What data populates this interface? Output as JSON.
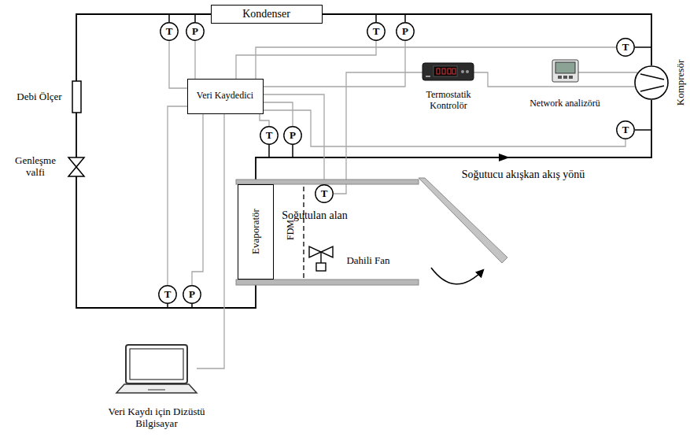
{
  "diagram": {
    "nodes": [
      {
        "text": [
          "Kondenser"
        ]
      },
      {
        "text": [
          "T"
        ]
      },
      {
        "text": [
          "P"
        ]
      },
      {
        "text": [
          "T"
        ]
      },
      {
        "text": [
          "P"
        ]
      },
      {
        "text": [
          "Veri Kaydedici"
        ]
      },
      {
        "text": [
          "Termostatik Kontrolör"
        ]
      },
      {
        "text": [
          "Network analizörü"
        ]
      },
      {
        "text": [
          "Kompresör"
        ]
      },
      {
        "text": [
          "T"
        ]
      },
      {
        "text": [
          "T"
        ]
      },
      {
        "text": [
          "P"
        ]
      },
      {
        "text": [
          "T"
        ]
      },
      {
        "text": [
          "Soğutulan alan"
        ]
      },
      {
        "text": [
          "Evaporatör"
        ],
        "in": 13
      },
      {
        "text": [
          "T"
        ],
        "in": 13
      },
      {
        "text": [
          "T"
        ]
      },
      {
        "text": [
          "P"
        ]
      },
      {
        "text": [
          "Veri Kaydı için Dizüstü Bilgisayar"
        ]
      }
    ],
    "edges": [
      {
        "from": 8,
        "to": 0,
        "arrow": "none"
      },
      {
        "from": 0,
        "to": 14,
        "arrow": "none"
      },
      {
        "from": 14,
        "to": 8,
        "arrow": "none"
      },
      {
        "from": 5,
        "to": 1,
        "arrow": "none"
      },
      {
        "from": 5,
        "to": 2,
        "arrow": "none"
      },
      {
        "from": 5,
        "to": 3,
        "arrow": "none"
      },
      {
        "from": 5,
        "to": 4,
        "arrow": "none"
      },
      {
        "from": 5,
        "to": 10,
        "arrow": "none"
      },
      {
        "from": 5,
        "to": 11,
        "arrow": "none"
      },
      {
        "from": 5,
        "to": 16,
        "arrow": "none"
      },
      {
        "from": 5,
        "to": 17,
        "arrow": "none"
      },
      {
        "from": 5,
        "to": 18,
        "arrow": "none"
      },
      {
        "from": 5,
        "to": 15,
        "arrow": "none"
      },
      {
        "from": 6,
        "to": 15,
        "arrow": "none"
      },
      {
        "from": 6,
        "to": 8,
        "arrow": "none"
      },
      {
        "from": 7,
        "to": 8,
        "arrow": "none"
      },
      {
        "from": 5,
        "to": 9,
        "arrow": "none"
      },
      {
        "from": 5,
        "to": 12,
        "arrow": "none"
      }
    ],
    "labels": [
      "Debi Ölçer",
      "Genleşme valfi",
      "Soğutucu akışkan akış yönü",
      "FDM",
      "Dahili Fan"
    ]
  }
}
